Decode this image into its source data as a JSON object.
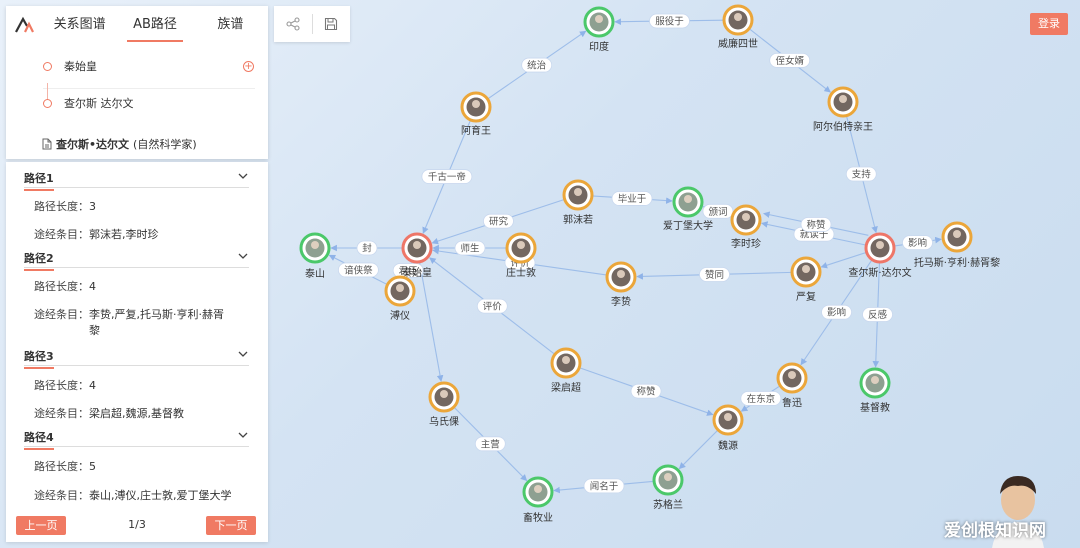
{
  "tabs": [
    "关系图谱",
    "AB路径",
    "族谱"
  ],
  "ab": {
    "from": "秦始皇",
    "to": "查尔斯 达尔文"
  },
  "person_info": {
    "name": "查尔斯•达尔文",
    "desc": "(自然科学家)"
  },
  "length_label": "路径长度：",
  "via_label": "途经条目：",
  "paths": [
    {
      "title": "路径1",
      "length": "3",
      "via": "郭沫若,李时珍"
    },
    {
      "title": "路径2",
      "length": "4",
      "via": "李贽,严复,托马斯·亨利·赫胥黎"
    },
    {
      "title": "路径3",
      "length": "4",
      "via": "梁启超,魏源,基督教"
    },
    {
      "title": "路径4",
      "length": "5",
      "via": "泰山,溥仪,庄士敦,爱丁堡大学"
    }
  ],
  "pager": {
    "prev": "上一页",
    "page": "1/3",
    "next": "下一页"
  },
  "toolbar": {
    "share": "share-icon",
    "save": "save-icon"
  },
  "login": "登录",
  "watermark": "爱创根知识网",
  "graph": {
    "nodes": [
      {
        "id": "india",
        "label": "印度",
        "color": "#4bc86a"
      },
      {
        "id": "william",
        "label": "威廉四世",
        "color": "#eba63a"
      },
      {
        "id": "asoka",
        "label": "阿育王",
        "color": "#eba63a"
      },
      {
        "id": "albert",
        "label": "阿尔伯特亲王",
        "color": "#eba63a"
      },
      {
        "id": "guo",
        "label": "郭沫若",
        "color": "#eba63a"
      },
      {
        "id": "edinburgh",
        "label": "爱丁堡大学",
        "color": "#4bc86a"
      },
      {
        "id": "lishizhen",
        "label": "李时珍",
        "color": "#eba63a"
      },
      {
        "id": "darwin",
        "label": "查尔斯·达尔文",
        "color": "#ee7668"
      },
      {
        "id": "huxley",
        "label": "托马斯·亨利·赫胥黎",
        "color": "#eba63a"
      },
      {
        "id": "taishan",
        "label": "泰山",
        "color": "#4bc86a"
      },
      {
        "id": "qin",
        "label": "秦始皇",
        "color": "#ee7668"
      },
      {
        "id": "zhuang",
        "label": "庄士敦",
        "color": "#eba63a"
      },
      {
        "id": "lizhi",
        "label": "李贽",
        "color": "#eba63a"
      },
      {
        "id": "yanfu",
        "label": "严复",
        "color": "#eba63a"
      },
      {
        "id": "puyi",
        "label": "溥仪",
        "color": "#eba63a"
      },
      {
        "id": "liang",
        "label": "梁启超",
        "color": "#eba63a"
      },
      {
        "id": "lu",
        "label": "鲁迅",
        "color": "#eba63a"
      },
      {
        "id": "christ",
        "label": "基督教",
        "color": "#4bc86a"
      },
      {
        "id": "wushi",
        "label": "乌氏倮",
        "color": "#eba63a"
      },
      {
        "id": "weiyuan",
        "label": "魏源",
        "color": "#eba63a"
      },
      {
        "id": "xumu",
        "label": "畜牧业",
        "color": "#4bc86a"
      },
      {
        "id": "sugelan",
        "label": "苏格兰",
        "color": "#4bc86a"
      }
    ],
    "edges": [
      {
        "from": "william",
        "to": "india",
        "label": "服役于"
      },
      {
        "from": "asoka",
        "to": "india",
        "label": "统治"
      },
      {
        "from": "william",
        "to": "albert",
        "label": "侄女婿"
      },
      {
        "from": "albert",
        "to": "darwin",
        "label": "支持"
      },
      {
        "from": "asoka",
        "to": "qin",
        "label": "千古一帝"
      },
      {
        "from": "guo",
        "to": "qin",
        "label": "研究"
      },
      {
        "from": "qin",
        "to": "taishan",
        "label": "封"
      },
      {
        "from": "puyi",
        "to": "taishan",
        "label": "谙侠祭"
      },
      {
        "from": "zhuang",
        "to": "qin",
        "label": "师生"
      },
      {
        "from": "guo",
        "to": "edinburgh",
        "label": "毕业于"
      },
      {
        "from": "lishizhen",
        "to": "edinburgh",
        "label": "颁词"
      },
      {
        "from": "darwin",
        "to": "lishizhen",
        "label": "就读于"
      },
      {
        "from": "darwin",
        "to": "lishizhen",
        "label": "称赞"
      },
      {
        "from": "darwin",
        "to": "huxley",
        "label": "影响"
      },
      {
        "from": "darwin",
        "to": "yanfu",
        "label": ""
      },
      {
        "from": "yanfu",
        "to": "lizhi",
        "label": "赞同"
      },
      {
        "from": "lizhi",
        "to": "qin",
        "label": "评价"
      },
      {
        "from": "puyi",
        "to": "qin",
        "label": "君臣"
      },
      {
        "from": "qin",
        "to": "wushi",
        "label": ""
      },
      {
        "from": "liang",
        "to": "qin",
        "label": "评价"
      },
      {
        "from": "liang",
        "to": "weiyuan",
        "label": "称赞"
      },
      {
        "from": "darwin",
        "to": "lu",
        "label": "影响"
      },
      {
        "from": "darwin",
        "to": "christ",
        "label": "反感"
      },
      {
        "from": "lu",
        "to": "weiyuan",
        "label": "在东京"
      },
      {
        "from": "weiyuan",
        "to": "sugelan",
        "label": ""
      },
      {
        "from": "wushi",
        "to": "xumu",
        "label": "主营"
      },
      {
        "from": "sugelan",
        "to": "xumu",
        "label": "闻名于"
      }
    ]
  }
}
